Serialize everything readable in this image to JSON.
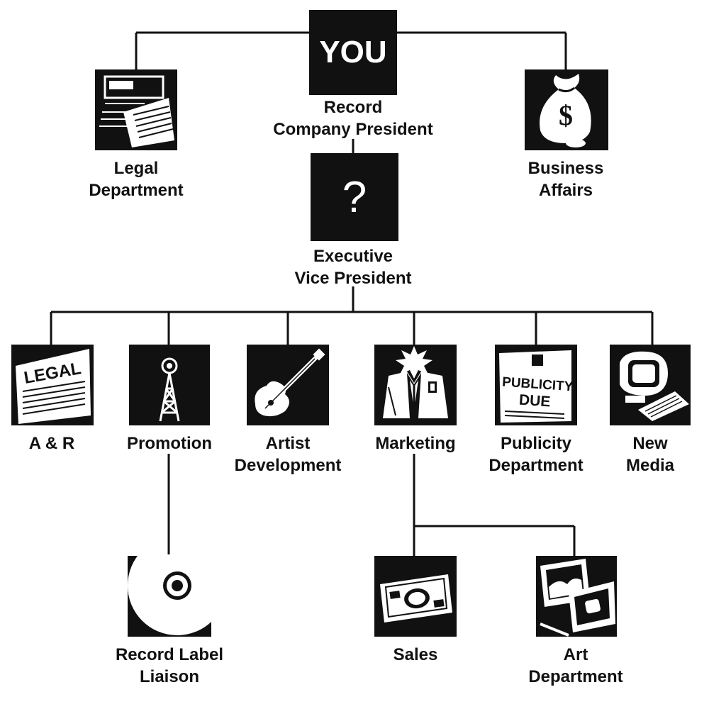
{
  "colors": {
    "ink": "#111111",
    "paper": "#ffffff"
  },
  "top": {
    "you": {
      "box_text": "YOU",
      "label_1": "Record",
      "label_2": "Company President"
    },
    "legal_department": {
      "icon": "documents-icon",
      "label_1": "Legal",
      "label_2": "Department"
    },
    "business_affairs": {
      "icon": "money-bag-icon",
      "label_1": "Business",
      "label_2": "Affairs"
    }
  },
  "middle": {
    "executive_vp": {
      "box_text": "?",
      "label_1": "Executive",
      "label_2": "Vice President"
    }
  },
  "departments": {
    "anr": {
      "icon": "legal-contract-icon",
      "icon_text": "LEGAL",
      "label_1": "A & R"
    },
    "promotion": {
      "icon": "radio-tower-icon",
      "label_1": "Promotion"
    },
    "artist_development": {
      "icon": "guitar-icon",
      "label_1": "Artist",
      "label_2": "Development"
    },
    "marketing": {
      "icon": "suit-spotlight-icon",
      "label_1": "Marketing"
    },
    "publicity": {
      "icon": "publicity-sign-icon",
      "icon_text_1": "PUBLICITY",
      "icon_text_2": "DUE",
      "label_1": "Publicity",
      "label_2": "Department"
    },
    "new_media": {
      "icon": "computer-icon",
      "label_1": "New",
      "label_2": "Media"
    }
  },
  "bottom": {
    "record_label_liaison": {
      "icon": "compact-disc-icon",
      "label_1": "Record Label",
      "label_2": "Liaison"
    },
    "sales": {
      "icon": "dollar-bill-icon",
      "label_1": "Sales"
    },
    "art_department": {
      "icon": "photo-frames-icon",
      "label_1": "Art",
      "label_2": "Department"
    }
  }
}
